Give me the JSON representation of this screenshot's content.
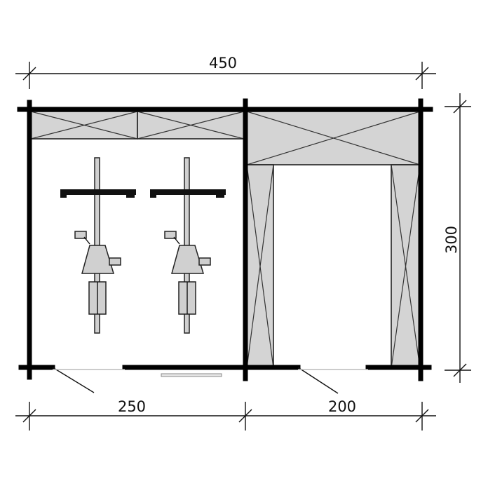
{
  "dimensions": {
    "total_width": "450",
    "left_width": "250",
    "right_width": "200",
    "depth": "300"
  },
  "colors": {
    "wall": "#000000",
    "fill": "#d4d4d4",
    "line": "#111111"
  }
}
